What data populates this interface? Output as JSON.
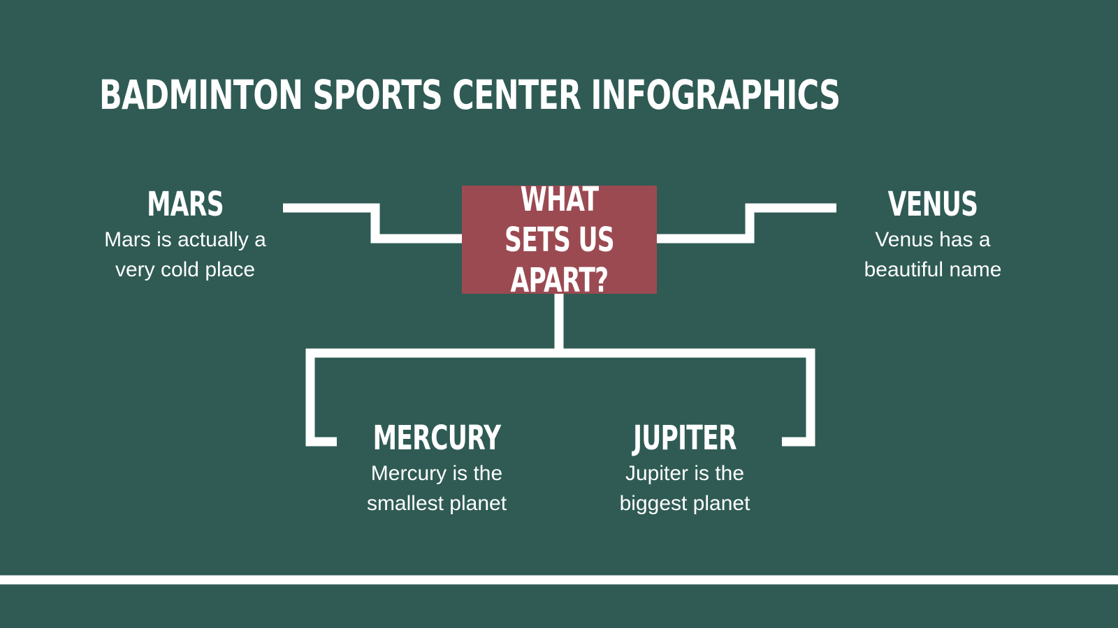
{
  "slide": {
    "title": "BADMINTON SPORTS CENTER INFOGRAPHICS",
    "center": {
      "label": "WHAT SETS US APART?"
    },
    "items": [
      {
        "title": "MARS",
        "description": "Mars is actually a very cold place"
      },
      {
        "title": "VENUS",
        "description": "Venus has a beautiful name"
      },
      {
        "title": "MERCURY",
        "description": "Mercury is the smallest planet"
      },
      {
        "title": "JUPITER",
        "description": "Jupiter is the biggest planet"
      }
    ]
  },
  "colors": {
    "background": "#2f5b54",
    "accent_box": "#9b4a52",
    "lines": "#ffffff",
    "text": "#ffffff"
  }
}
